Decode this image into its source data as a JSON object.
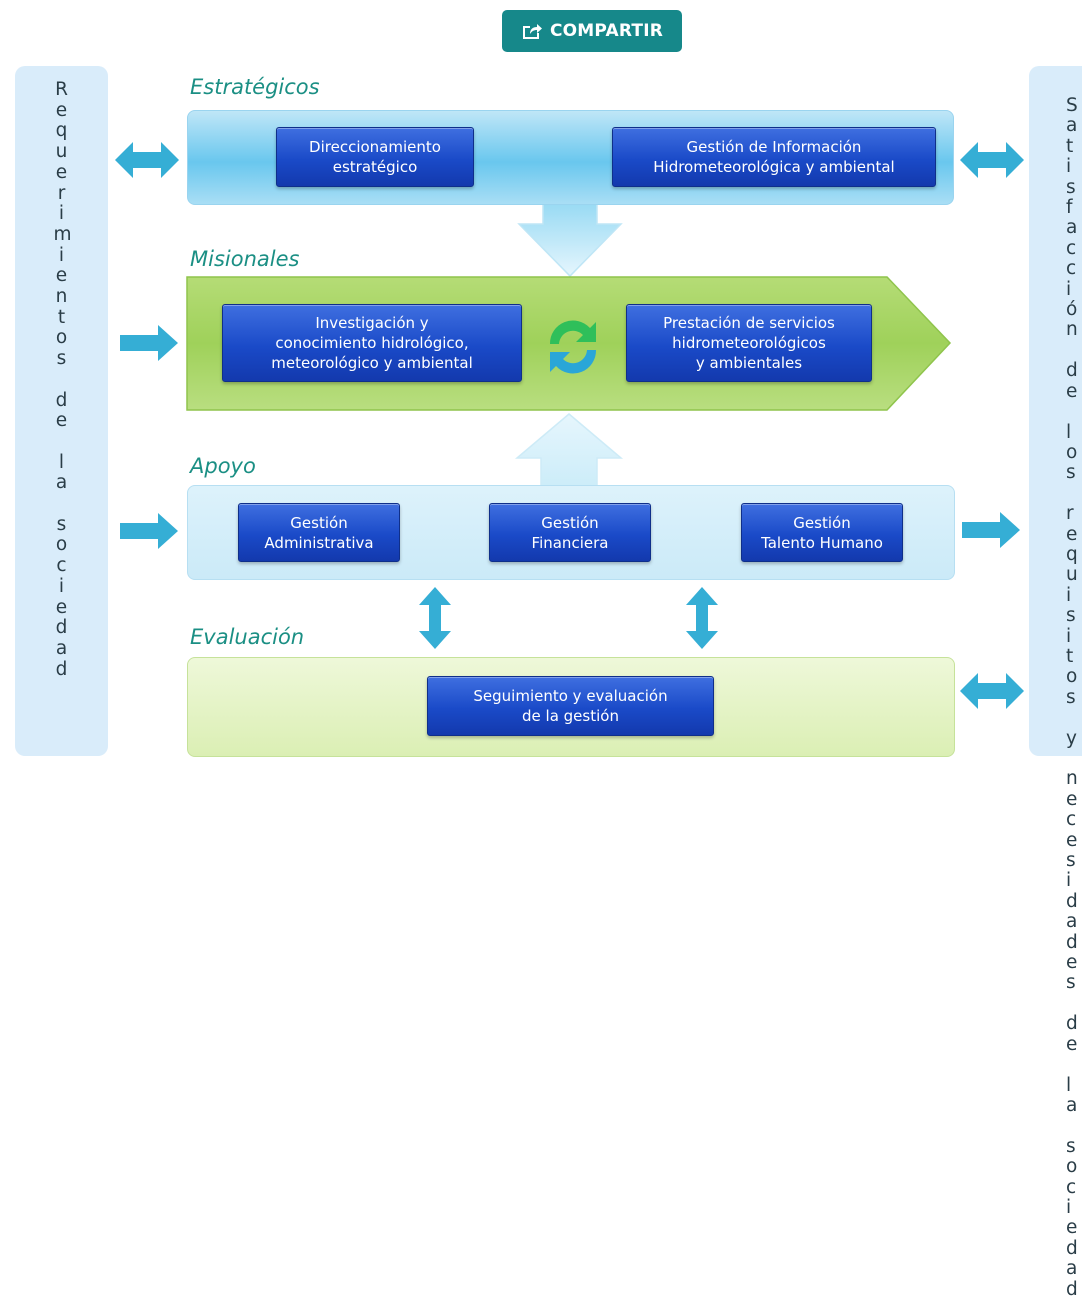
{
  "share_button": {
    "label": "COMPARTIR"
  },
  "left_column": {
    "text": "Requerimientos de la sociedad"
  },
  "right_column": {
    "text": "Satisfacción de los requisitos y necesidades de la sociedad"
  },
  "sections": {
    "estrategicos": {
      "title": "Estratégicos",
      "boxes": [
        "Direccionamiento\nestratégico",
        "Gestión de Información\nHidrometeorológica y ambiental"
      ]
    },
    "misionales": {
      "title": "Misionales",
      "boxes": [
        "Investigación y\nconocimiento hidrológico,\nmeteorológico y ambiental",
        "Prestación de servicios\nhidrometeorológicos\ny ambientales"
      ]
    },
    "apoyo": {
      "title": "Apoyo",
      "boxes": [
        "Gestión\nAdministrativa",
        "Gestión\nFinanciera",
        "Gestión\nTalento Humano"
      ]
    },
    "evaluacion": {
      "title": "Evaluación",
      "boxes": [
        "Seguimiento y evaluación\nde la gestión"
      ]
    }
  },
  "colors": {
    "teal_button": "#16888a",
    "section_title": "#1b8f84",
    "process_box": "#1a4ac8",
    "arrow": "#35aed5",
    "misionales_panel": "#9fd15a",
    "side_column": "#d9ecfa"
  },
  "icons": [
    "share-icon",
    "cycle-arrows-icon"
  ]
}
